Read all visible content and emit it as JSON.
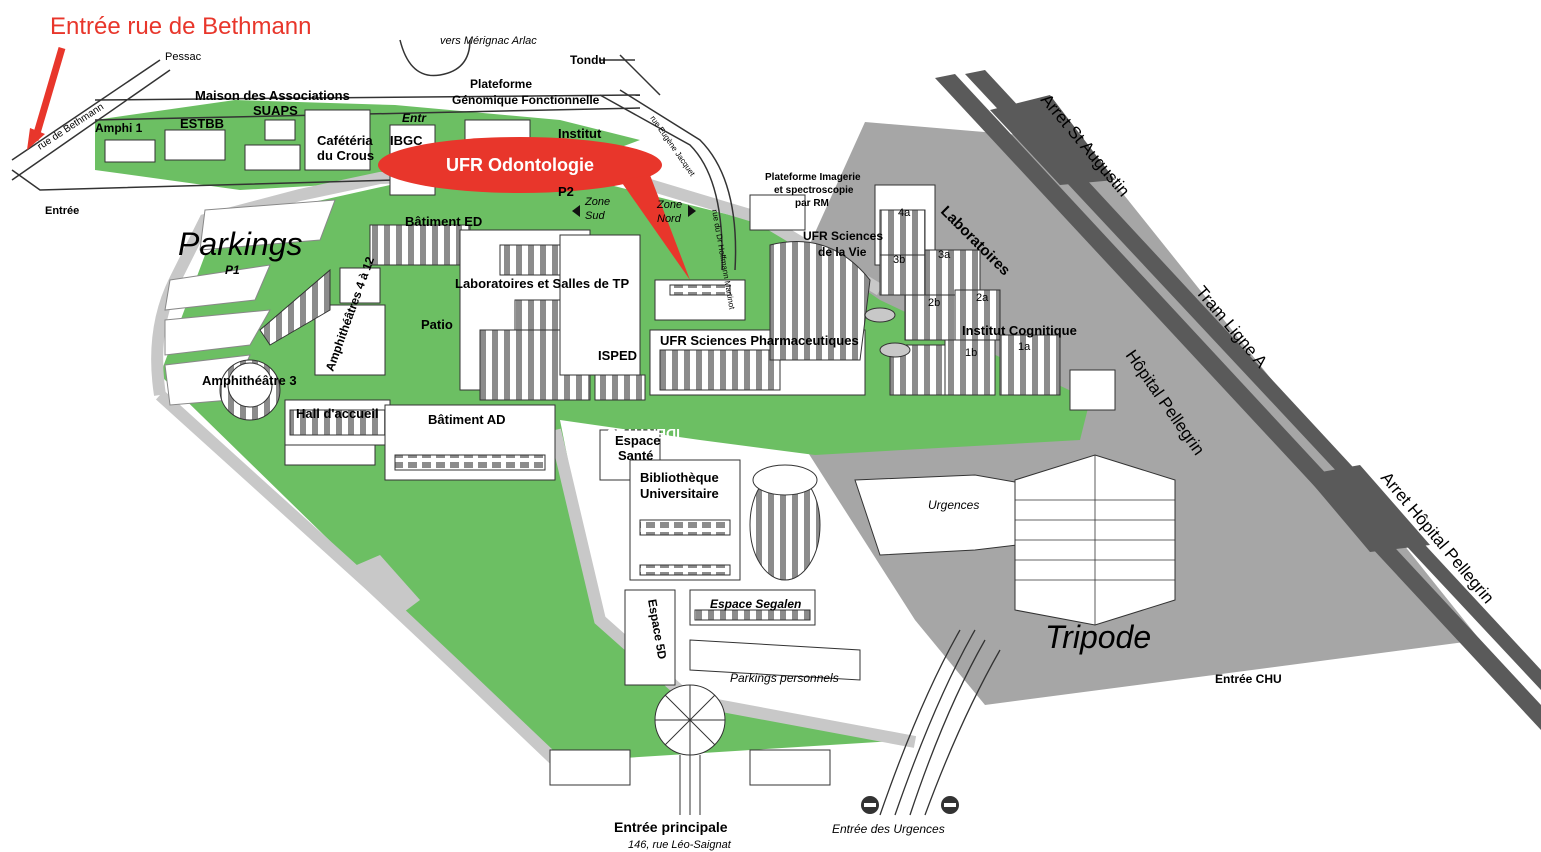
{
  "colors": {
    "green": "#6cbf63",
    "road": "#c8c8c8",
    "dark_road": "#5a5a5a",
    "chu_gray": "#a6a6a6",
    "red": "#e8362b",
    "building": "#ffffff",
    "stripes": "#8c8c8c"
  },
  "entrance_bethmann": "Entrée rue de Bethmann",
  "streets": {
    "pessac": "Pessac",
    "merignac": "vers Mérignac Arlac",
    "tondu": "Tondu",
    "bethmann": "rue de Bethmann",
    "eugene_jacquet": "rue Eugène Jacquet",
    "hoffmann": "rue du Dr Hoffmann Martinot",
    "entree_left": "Entrée"
  },
  "transit": {
    "arret_augustin": "Arret St Augustin",
    "tram": "Tram Ligne A",
    "hopital": "Hôpital Pellegrin",
    "arret_hopital": "Arret  Hôpital Pellegrin"
  },
  "labels": {
    "maison": "Maison des Associations",
    "suaps": "SUAPS",
    "amphi1": "Amphi 1",
    "estbb": "ESTBB",
    "cafeteria": "Cafétéria",
    "crous": "du Crous",
    "ibgc": "IBGC",
    "entr": "Entr",
    "plateforme": "Plateforme",
    "genomique": "Génomique Fonctionnelle",
    "institut": "Institut",
    "ufr_odonto": "UFR Odontologie",
    "p2": "P2",
    "zone_sud1": "Zone",
    "zone_sud2": "Sud",
    "zone_nord1": "Zone",
    "zone_nord2": "Nord",
    "parkings": "Parkings",
    "p1": "P1",
    "batiment_ed": "Bâtiment ED",
    "labos_tp": "Laboratoires et Salles de TP",
    "amphis_4_12": "Amphithéâtres 4 à 12",
    "patio": "Patio",
    "isped": "ISPED",
    "ufr_pharma": "UFR Sciences Pharmaceutiques",
    "amphi3": "Amphithéâtre 3",
    "hall": "Hall d'accueil",
    "batiment_ad": "Bâtiment AD",
    "identites": "IDENTITES",
    "espace_sante1": "Espace",
    "espace_sante2": "Santé",
    "biblio1": "Bibliothèque",
    "biblio2": "Universitaire",
    "espace_segalen": "Espace Segalen",
    "espace_5d": "Espace 5D",
    "parkings_perso": "Parkings personnels",
    "entree_principale": "Entrée principale",
    "adresse": "146, rue Léo-Saignat",
    "entree_urgences": "Entrée des Urgences",
    "urgences": "Urgences",
    "tripode": "Tripode",
    "entree_chu": "Entrée CHU",
    "plateforme_imagerie1": "Plateforme Imagerie",
    "plateforme_imagerie2": "et spectroscopie",
    "plateforme_imagerie3": "par RM",
    "ufr_vie1": "UFR Sciences",
    "ufr_vie2": "de la Vie",
    "laboratoires": "Laboratoires",
    "institut_cognitique": "Institut Cognitique",
    "lab_4a": "4a",
    "lab_3b": "3b",
    "lab_3a": "3a",
    "lab_2b": "2b",
    "lab_2a": "2a",
    "lab_1b": "1b",
    "lab_1a": "1a"
  }
}
